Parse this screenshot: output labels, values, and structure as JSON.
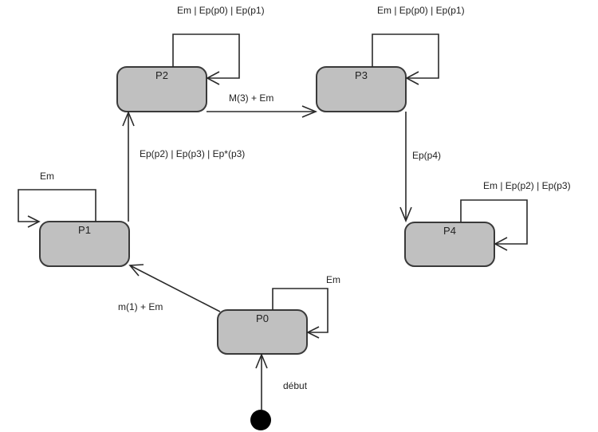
{
  "diagram": {
    "type": "state-machine",
    "states": [
      {
        "id": "P0",
        "label": "P0"
      },
      {
        "id": "P1",
        "label": "P1"
      },
      {
        "id": "P2",
        "label": "P2"
      },
      {
        "id": "P3",
        "label": "P3"
      },
      {
        "id": "P4",
        "label": "P4"
      }
    ],
    "initial": {
      "label": "début",
      "target": "P0"
    },
    "transitions": [
      {
        "id": "t-p0-p1",
        "from": "P0",
        "to": "P1",
        "label": "m(1) + Em"
      },
      {
        "id": "t-p1-p2",
        "from": "P1",
        "to": "P2",
        "label": "Ep(p2) | Ep(p3) | Ep*(p3)"
      },
      {
        "id": "t-p2-p3",
        "from": "P2",
        "to": "P3",
        "label": "M(3) + Em"
      },
      {
        "id": "t-p3-p4",
        "from": "P3",
        "to": "P4",
        "label": "Ep(p4)"
      },
      {
        "id": "t-p0-p0",
        "from": "P0",
        "to": "P0",
        "label": "Em"
      },
      {
        "id": "t-p1-p1",
        "from": "P1",
        "to": "P1",
        "label": "Em"
      },
      {
        "id": "t-p2-p2",
        "from": "P2",
        "to": "P2",
        "label": "Em | Ep(p0) | Ep(p1)"
      },
      {
        "id": "t-p3-p3",
        "from": "P3",
        "to": "P3",
        "label": "Em | Ep(p0) | Ep(p1)"
      },
      {
        "id": "t-p4-p4",
        "from": "P4",
        "to": "P4",
        "label": "Em | Ep(p2) | Ep(p3)"
      }
    ]
  }
}
